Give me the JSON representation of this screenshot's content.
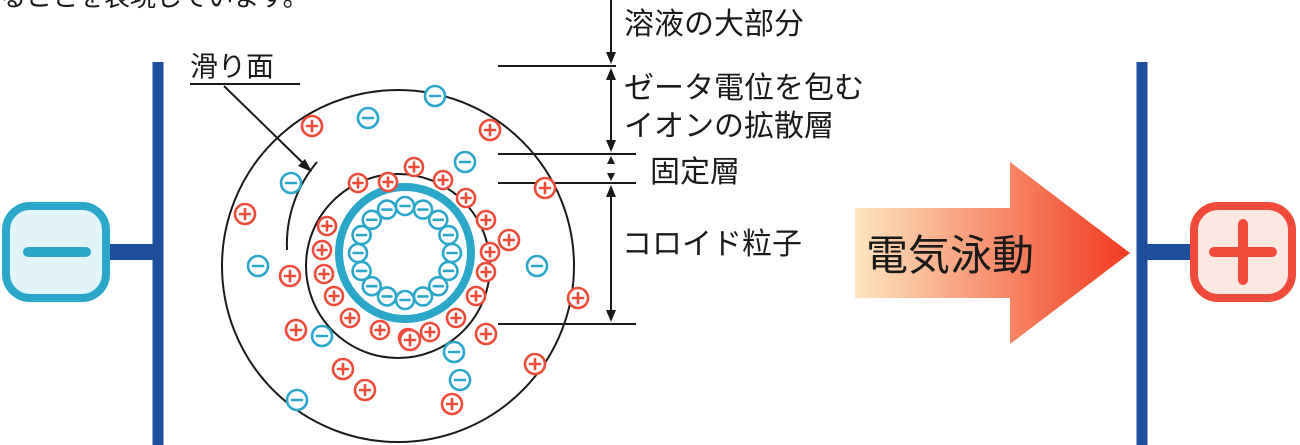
{
  "top_clip_text": "ることを表現しています。",
  "labels": {
    "bulk": "溶液の大部分",
    "diffuse_line1": "ゼータ電位を包む",
    "diffuse_line2": "イオンの拡散層",
    "stern": "固定層",
    "particle": "コロイド粒子",
    "slip_plane": "滑り面",
    "electrophoresis": "電気泳動"
  },
  "electrodes": {
    "negative_symbol": "−",
    "positive_symbol": "+"
  },
  "colors": {
    "electrode_bar": "#1f4f9c",
    "negative": "#2aa7c9",
    "positive": "#ef4a3a",
    "particle_ring": "#2aa7c9",
    "arrow_start": "#fde6c0",
    "arrow_end": "#f2391f",
    "line": "#1a1a1a"
  },
  "icons": {
    "cation": "plus-circle-icon",
    "anion": "minus-circle-icon"
  }
}
